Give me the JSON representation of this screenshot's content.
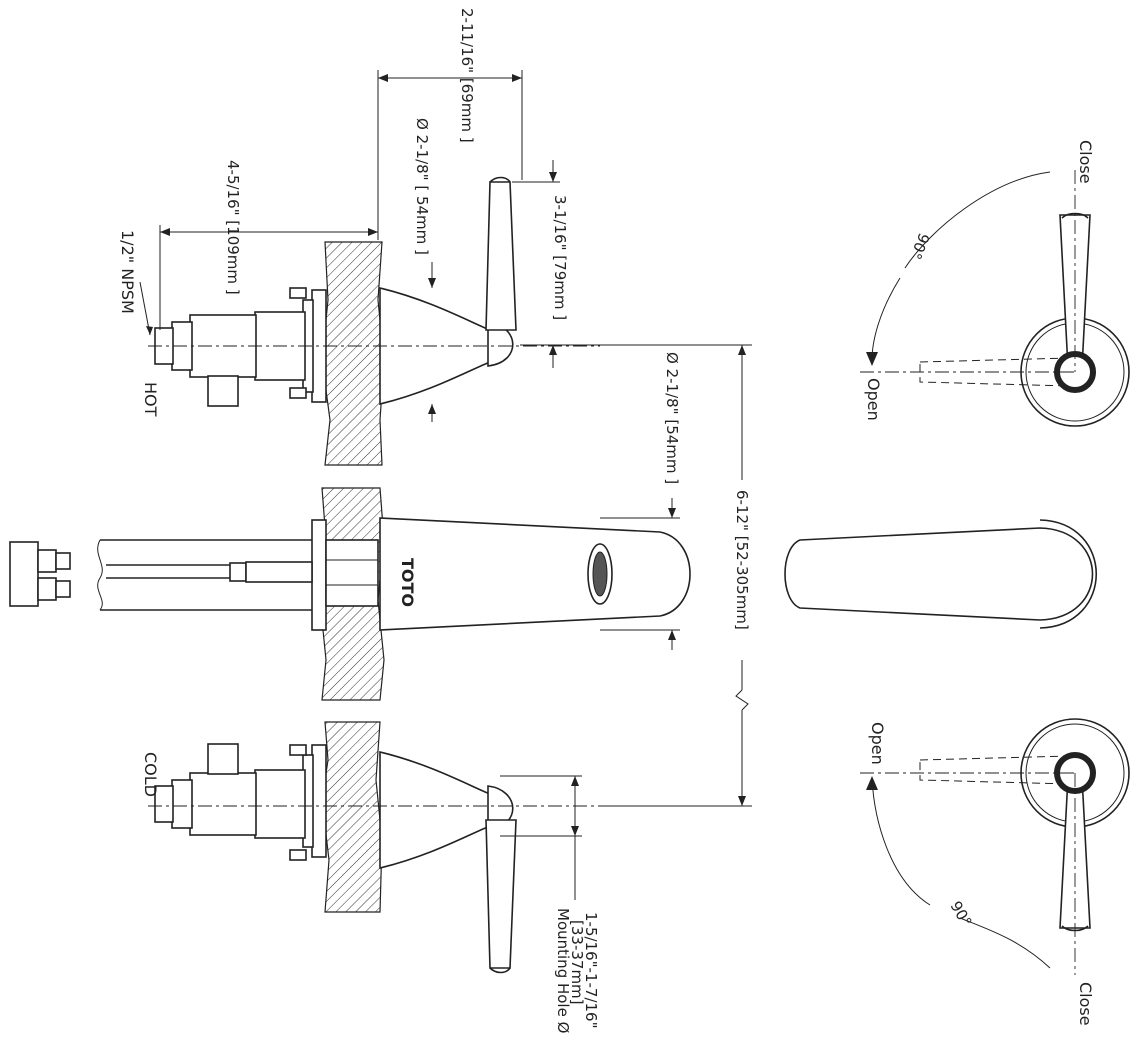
{
  "labels": {
    "hot": "HOT",
    "cold": "COLD",
    "npsm": "1/2\" NPSM",
    "brand": "TOTO"
  },
  "dimensions": {
    "d_handle_reach": "2-11/16\" [69mm ]",
    "d_escutcheon_top": "Ø 2-1/8\" [ 54mm ]",
    "d_handle_height": "3-1/16\" [79mm ]",
    "d_valve_depth": "4-5/16\" [109mm ]",
    "d_escutcheon_spout": "Ø 2-1/8\" [54mm ]",
    "d_spread": "6-12\" [52-305mm]",
    "d_mounting_hole": "1-5/16\"-1-7/16\"",
    "d_mounting_hole_mm": "[33-37mm]",
    "d_mounting_hole_label": "Mounting Hole Ø"
  },
  "rotation": {
    "top": {
      "close": "Close",
      "open": "Open",
      "angle": "90°"
    },
    "bottom": {
      "close": "Close",
      "open": "Open",
      "angle": "90°"
    }
  }
}
